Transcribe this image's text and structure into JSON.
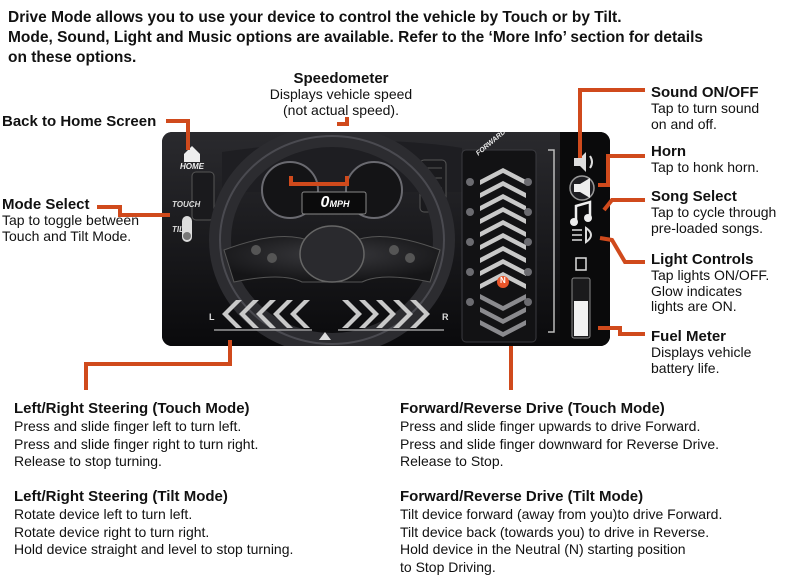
{
  "intro": {
    "line1": "Drive Mode allows you to use your device to control the vehicle by Touch or by Tilt.",
    "line2": "Mode, Sound, Light and Music options are available. Refer to the ‘More Info’ section for details",
    "line3": "on these options."
  },
  "speedometer": {
    "title": "Speedometer",
    "desc": "Displays vehicle speed\n(not actual speed)."
  },
  "back_home": {
    "title": "Back to Home Screen"
  },
  "mode_select": {
    "title": "Mode Select",
    "desc": "Tap to toggle between\nTouch and Tilt Mode."
  },
  "sound": {
    "title": "Sound ON/OFF",
    "desc": "Tap to turn sound\non and off."
  },
  "horn": {
    "title": "Horn",
    "desc": "Tap to honk horn."
  },
  "song": {
    "title": "Song Select",
    "desc": "Tap to cycle through\npre-loaded songs."
  },
  "light": {
    "title": "Light Controls",
    "desc": "Tap lights ON/OFF.\nGlow indicates\nlights are ON."
  },
  "fuel": {
    "title": "Fuel Meter",
    "desc": "Displays vehicle\nbattery life."
  },
  "steer_touch": {
    "title": "Left/Right Steering (Touch Mode)",
    "desc": "Press and slide finger left to turn left.\nPress and slide finger right to turn right.\nRelease to stop turning."
  },
  "steer_tilt": {
    "title": "Left/Right Steering (Tilt Mode)",
    "desc": "Rotate device left to turn left.\nRotate device right to turn right.\nHold device straight and level to stop turning."
  },
  "drive_touch": {
    "title": "Forward/Reverse Drive (Touch Mode)",
    "desc": "Press and slide finger upwards to drive Forward.\nPress and slide finger downward for Reverse Drive.\nRelease to Stop."
  },
  "drive_tilt": {
    "title": "Forward/Reverse Drive (Tilt Mode)",
    "desc": "Tilt device forward (away from you)to drive Forward.\nTilt device back (towards you) to drive in Reverse.\nHold device in the Neutral (N) starting position\nto Stop Driving."
  },
  "screen": {
    "home_label": "HOME",
    "mode_top": "TOUCH",
    "mode_bottom": "TILT",
    "speed": "0",
    "speed_unit": "MPH",
    "steer_left": "L",
    "steer_right": "R",
    "drive_top": "FORWARD",
    "neutral": "N",
    "fuel_level": 0.62
  },
  "colors": {
    "accent": "#d04a1c",
    "chevron": "#c9c9c9"
  }
}
